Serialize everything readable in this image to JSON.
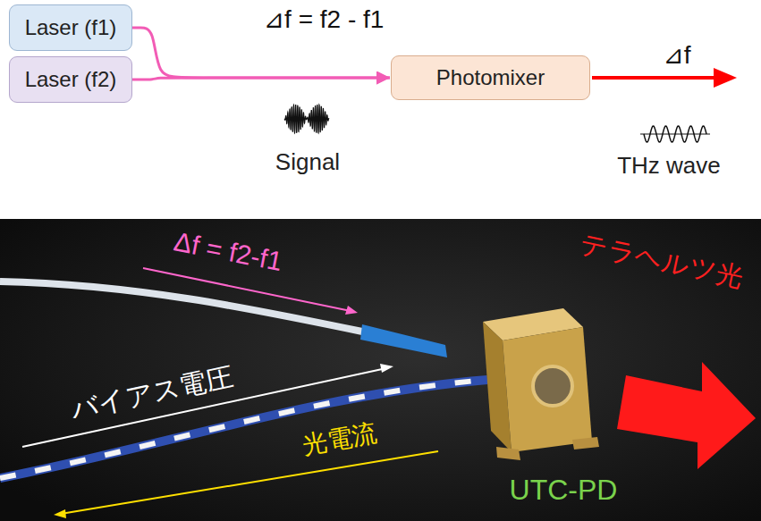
{
  "diagram": {
    "nodes": [
      {
        "text": [
          "Laser (f1)"
        ]
      },
      {
        "text": [
          "Laser (f2)"
        ]
      },
      {
        "text": [
          "Photomixer"
        ]
      }
    ],
    "edges": [
      {
        "from": 0,
        "to": 2,
        "arrow": "to",
        "label": "⊿f = f2 - f1"
      },
      {
        "from": 1,
        "to": 2,
        "arrow": "to"
      }
    ],
    "labels": [
      "Signal",
      "⊿f",
      "THz wave",
      "Δf = f2-f1",
      "バイアス電圧",
      "光電流",
      "UTC-PD",
      "テラヘルツ光"
    ]
  }
}
